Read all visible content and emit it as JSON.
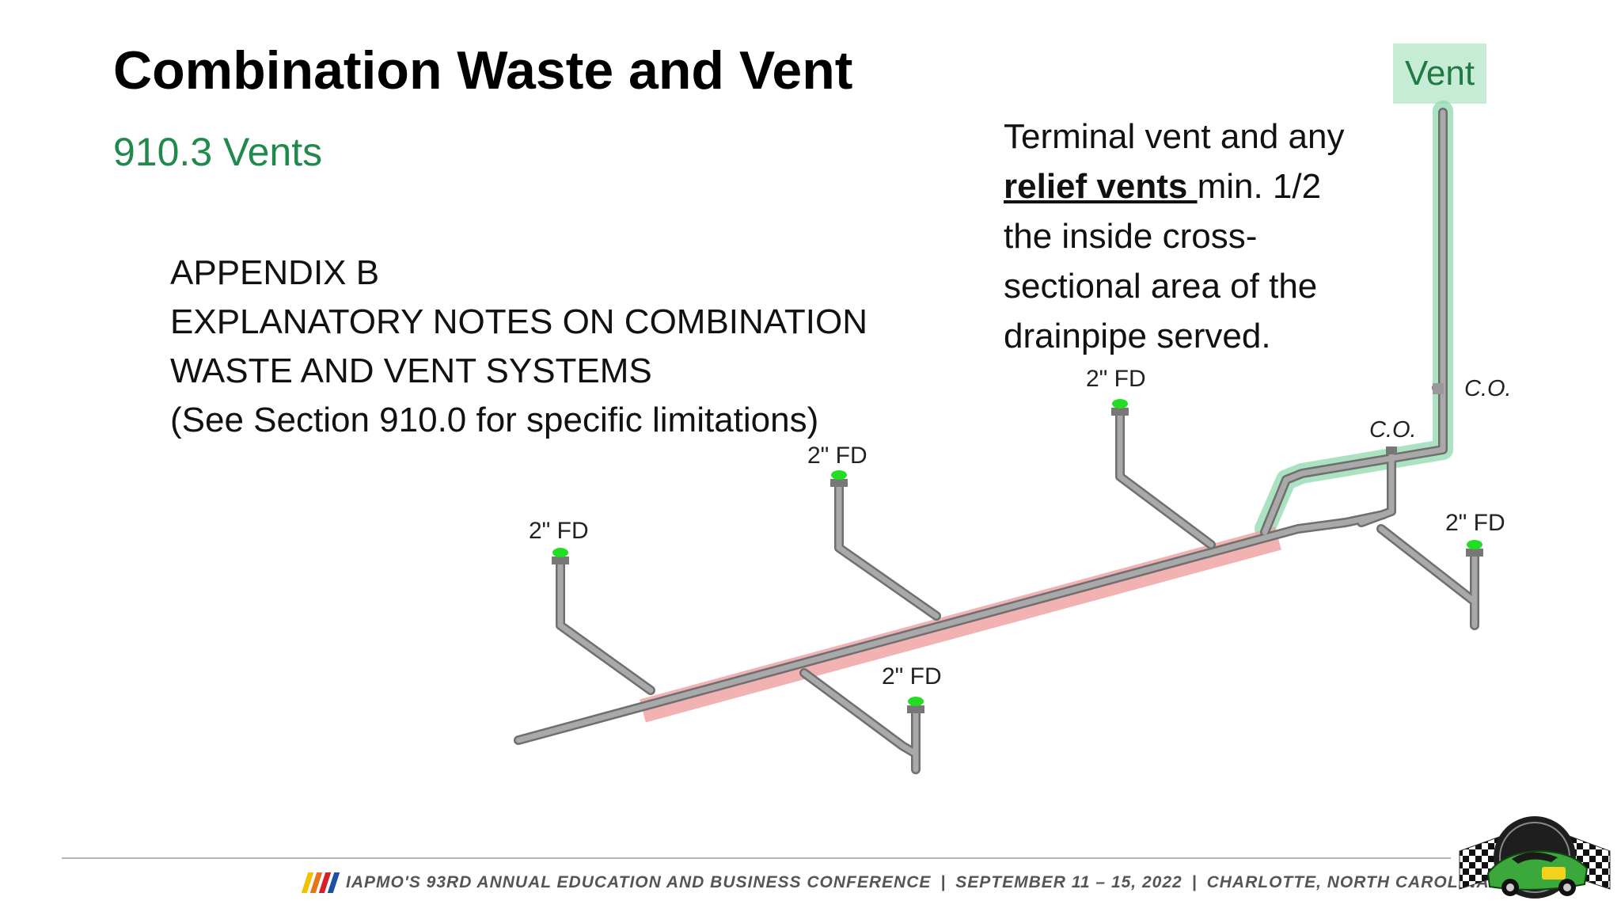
{
  "slide": {
    "title": "Combination Waste and Vent",
    "subtitle": "910.3 Vents",
    "appendix_lines": [
      "APPENDIX B",
      "EXPLANATORY NOTES ON COMBINATION",
      "WASTE AND VENT SYSTEMS",
      "(See Section 910.0 for specific limitations)"
    ],
    "note": {
      "line1": "Terminal vent and any",
      "line2_bold": "relief vents ",
      "line2_rest": "min. 1/2",
      "line3": "the inside cross-",
      "line4": "sectional area of the",
      "line5": "drainpipe served."
    }
  },
  "diagram": {
    "vent_label": "Vent",
    "fd_labels": [
      "2\" FD",
      "2\" FD",
      "2\" FD",
      "2\" FD",
      "2\" FD"
    ],
    "cleanout_labels": [
      "C.O.",
      "C.O."
    ],
    "colors": {
      "pipe": "#8e8e8e",
      "combination_highlight": "#f0a0a0",
      "vent_highlight": "#8fd9ad",
      "drain_green": "#22dd22"
    }
  },
  "footer": {
    "conference": "IAPMO'S 93RD ANNUAL EDUCATION AND BUSINESS CONFERENCE",
    "sep1": "|",
    "dates": "SEPTEMBER 11 – 15, 2022",
    "sep2": "|",
    "location": "CHARLOTTE, NORTH CAROLINA",
    "stripe_colors": [
      "#f2c200",
      "#e8731a",
      "#d81e28",
      "#1b4fa8"
    ]
  }
}
